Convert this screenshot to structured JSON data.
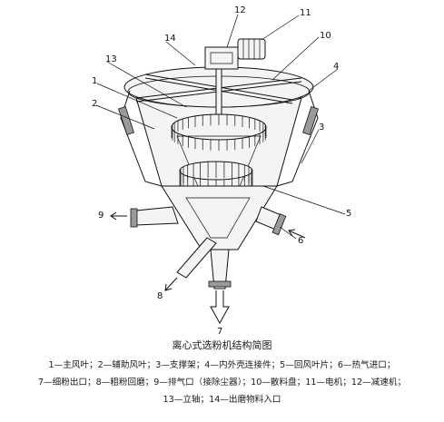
{
  "caption": {
    "title": "离心式选粉机结构简图",
    "lines": [
      "1—主风叶；2—辅助风叶；3—支撑架；4—内外壳连接件；5—回风叶片；6—热气进口；",
      "7—细粉出口；8—粗粉回磨；9—排气口（接除尘器）；10—散料盘；11—电机；12—减速机；",
      "13—立轴；14—出磨物料入口"
    ]
  },
  "callouts": [
    "1",
    "2",
    "3",
    "4",
    "5",
    "6",
    "7",
    "8",
    "9",
    "10",
    "11",
    "12",
    "13",
    "14"
  ]
}
